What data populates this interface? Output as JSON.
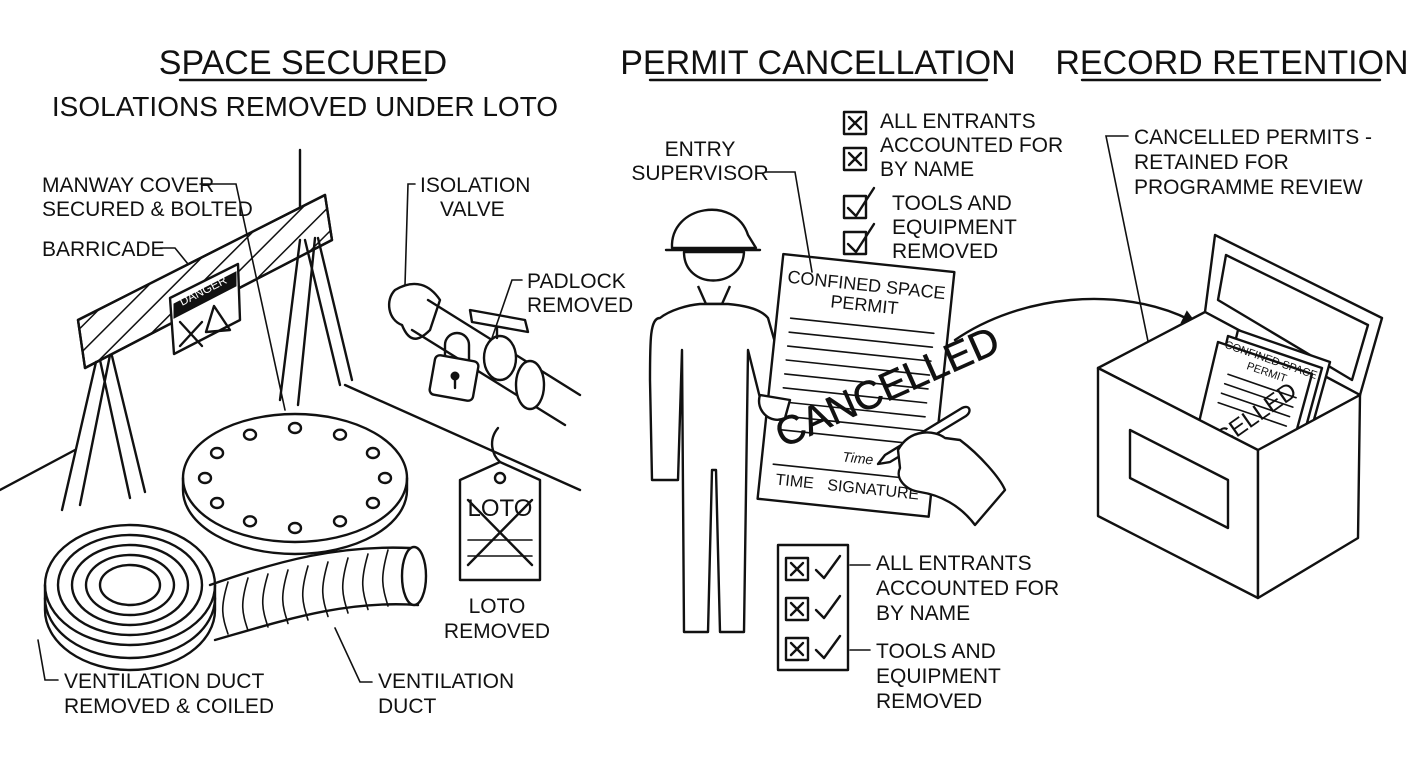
{
  "panels": {
    "space": {
      "title": "SPACE SECURED",
      "subtitle": "ISOLATIONS REMOVED UNDER LOTO",
      "labels": {
        "manway_1": "MANWAY COVER",
        "manway_2": "SECURED & BOLTED",
        "barricade": "BARRICADE",
        "isolation_1": "ISOLATION",
        "isolation_2": "VALVE",
        "padlock_1": "PADLOCK",
        "padlock_2": "REMOVED",
        "loto_1": "LOTO",
        "loto_2": "REMOVED",
        "vent_coiled_1": "VENTILATION DUCT",
        "vent_coiled_2": "REMOVED & COILED",
        "vent_1": "VENTILATION",
        "vent_2": "DUCT"
      },
      "sign_text": "DANGER",
      "tag_text": "LOTO"
    },
    "permit": {
      "title": "PERMIT CANCELLATION",
      "labels": {
        "supervisor_1": "ENTRY",
        "supervisor_2": "SUPERVISOR"
      },
      "top_checklist": {
        "entrants_1": "ALL ENTRANTS",
        "entrants_2": "ACCOUNTED FOR",
        "entrants_3": "BY NAME",
        "tools_1": "TOOLS AND",
        "tools_2": "EQUIPMENT",
        "tools_3": "REMOVED"
      },
      "document": {
        "title_1": "CONFINED SPACE",
        "title_2": "PERMIT",
        "stamp": "CANCELLED",
        "time_field": "TIME",
        "signature_field": "SIGNATURE",
        "handwriting": "Time"
      },
      "bottom_checklist": {
        "entrants_1": "ALL ENTRANTS",
        "entrants_2": "ACCOUNTED FOR",
        "entrants_3": "BY NAME",
        "tools_1": "TOOLS AND",
        "tools_2": "EQUIPMENT",
        "tools_3": "REMOVED"
      }
    },
    "records": {
      "title": "RECORD RETENTION",
      "labels": {
        "retained_1": "CANCELLED PERMITS -",
        "retained_2": "RETAINED FOR",
        "retained_3": "PROGRAMME REVIEW"
      },
      "filed_permit_1": "CONFINED SPACE",
      "filed_permit_2": "PERMIT",
      "filed_stamp": "CELLED"
    }
  }
}
